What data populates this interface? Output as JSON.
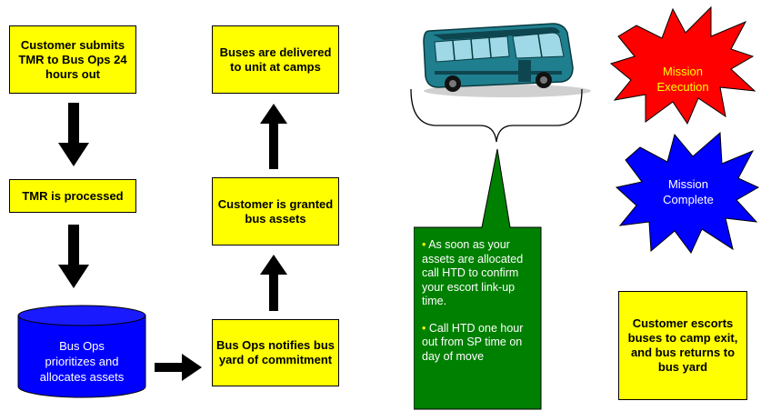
{
  "boxes": {
    "submit": "Customer submits TMR to Bus Ops 24 hours out",
    "processed": "TMR is processed",
    "delivered": "Buses are delivered to unit at camps",
    "granted": "Customer is granted bus assets",
    "notifies": "Bus Ops notifies bus yard of commitment",
    "escorts": "Customer escorts buses to camp exit, and bus returns to bus yard"
  },
  "database": {
    "line1": "Bus Ops",
    "line2": "prioritizes and",
    "line3": "allocates assets"
  },
  "callout": {
    "bullet": "•",
    "para1": "As soon as your assets are allocated call HTD to confirm your escort link-up time.",
    "para2": "Call HTD one hour out from SP time on day of move"
  },
  "stars": {
    "execution_line1": "Mission",
    "execution_line2": "Execution",
    "complete_line1": "Mission",
    "complete_line2": "Complete"
  },
  "colors": {
    "box_fill": "#ffff00",
    "database_fill": "#0000ff",
    "callout_fill": "#008000",
    "execution_star": "#ff0000",
    "complete_star": "#0000ff",
    "bus_body": "#1f7f8f"
  }
}
